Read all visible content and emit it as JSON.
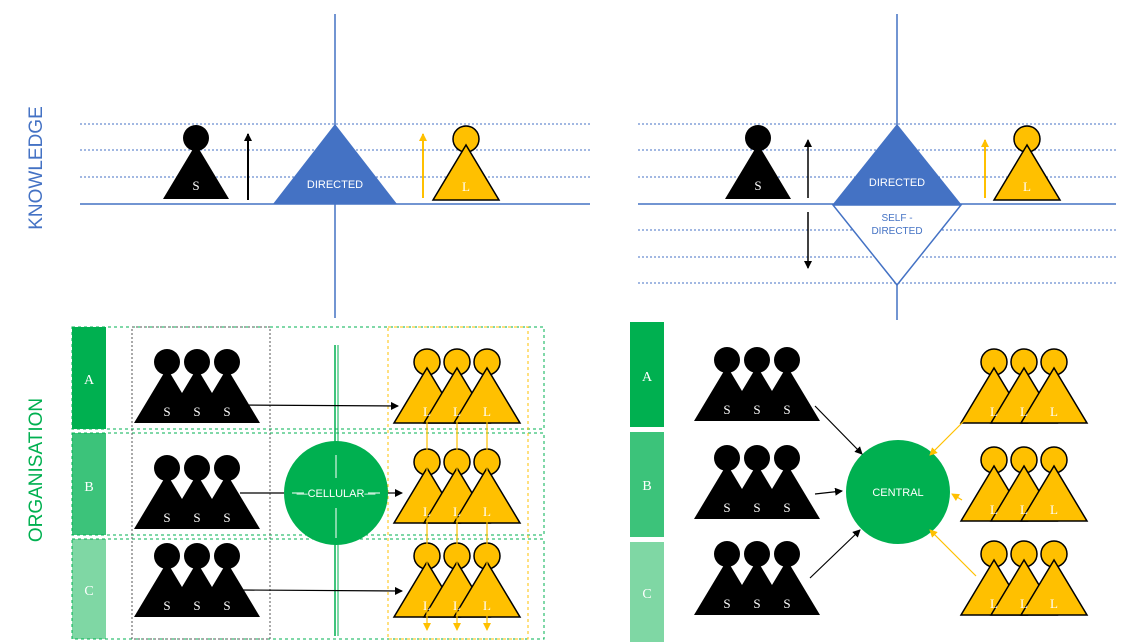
{
  "axis_labels": {
    "knowledge": "KNOWLEDGE",
    "organisation": "ORGANISATION"
  },
  "knowledge_left": {
    "staff_label": "S",
    "learner_label": "L",
    "triangle_label": "DIRECTED"
  },
  "knowledge_right": {
    "staff_label": "S",
    "learner_label": "L",
    "triangle_up_label": "DIRECTED",
    "triangle_down_label_line1": "SELF -",
    "triangle_down_label_line2": "DIRECTED"
  },
  "organisation_left": {
    "rows": [
      "A",
      "B",
      "C"
    ],
    "staff_label": "S",
    "learner_label": "L",
    "hub_label": "CELLULAR"
  },
  "organisation_right": {
    "rows": [
      "A",
      "B",
      "C"
    ],
    "staff_label": "S",
    "learner_label": "L",
    "hub_label": "CENTRAL"
  },
  "colors": {
    "blue": "#4472c4",
    "gold": "#ffc000",
    "green": "#00b050",
    "row_a": "#00b050",
    "row_b": "#3cc37a",
    "row_c": "#7fd7a4",
    "black": "#000000"
  }
}
